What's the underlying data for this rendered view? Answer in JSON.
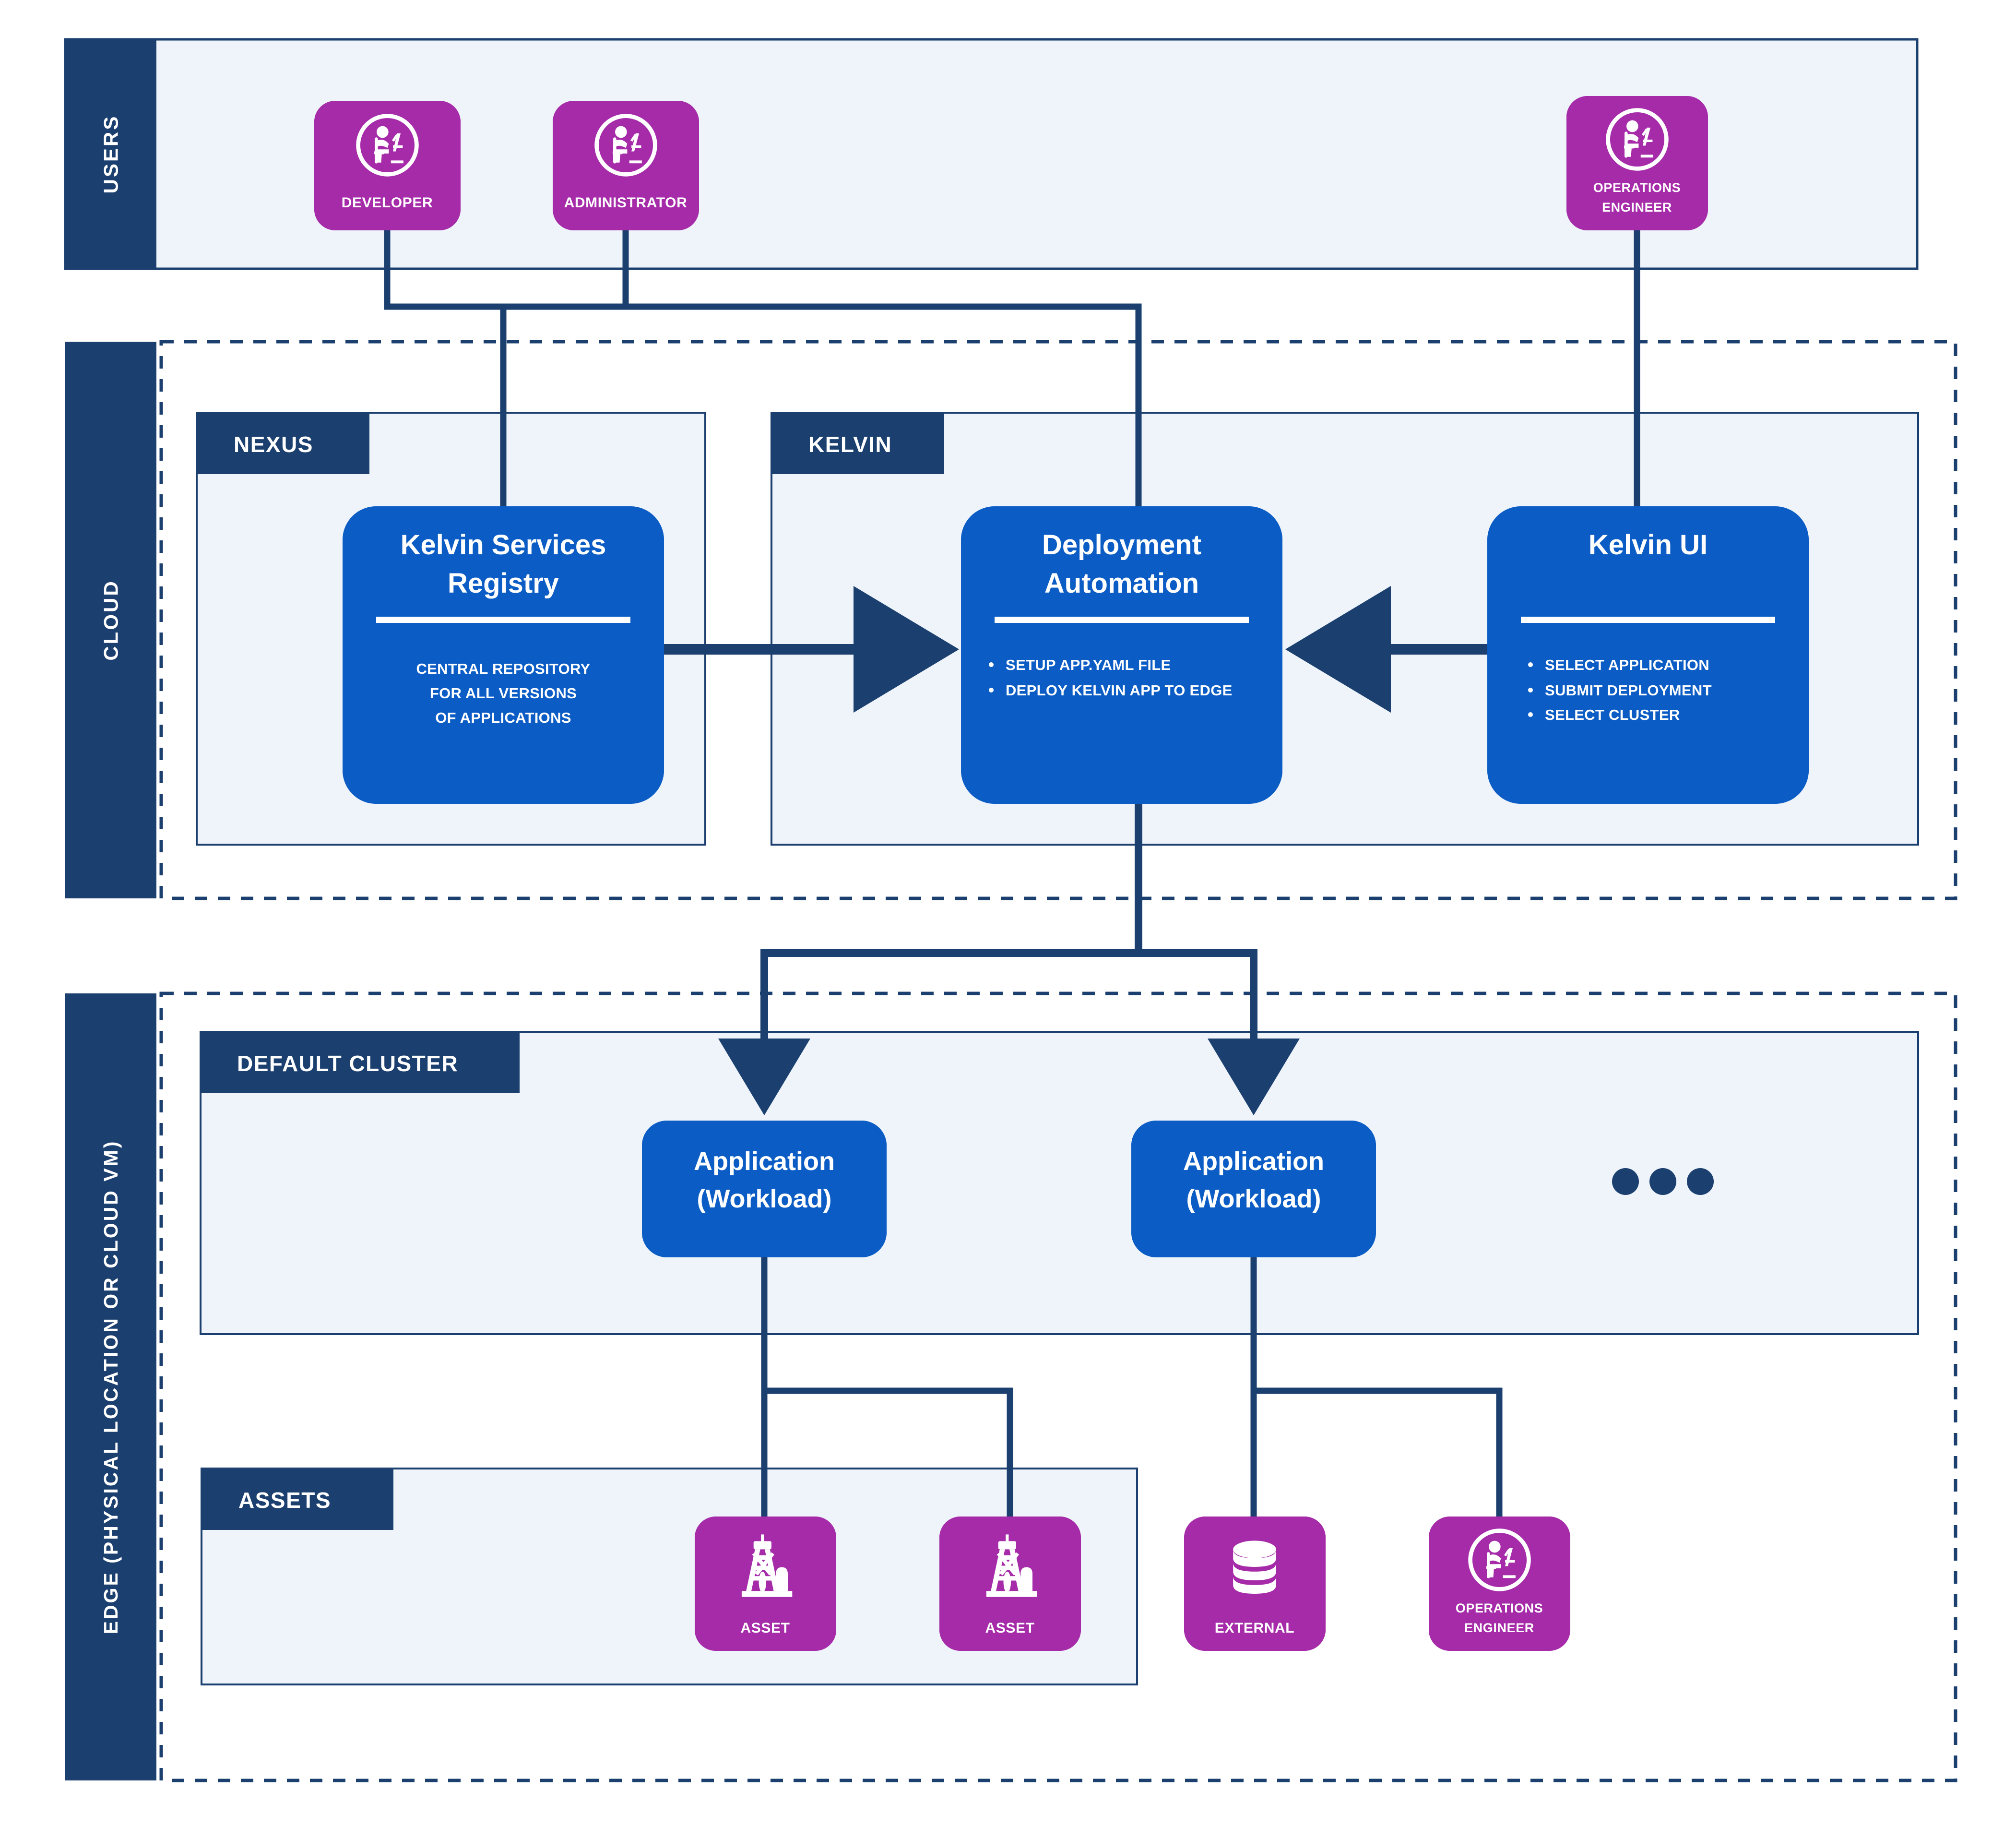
{
  "theme": {
    "navy": "#1B3F6E",
    "navy_dark": "#17406F",
    "blue": "#0B5CC4",
    "magenta": "#A52BA8",
    "panel_fill": "#EEF4FA",
    "panel_stroke": "#1B3F6E",
    "page_bg": "#FFFFFF",
    "connector": "#1B3F6E"
  },
  "bands": [
    {
      "id": "users",
      "label": "USERS"
    },
    {
      "id": "cloud",
      "label": "CLOUD"
    },
    {
      "id": "edge",
      "label": "EDGE  (PHYSICAL LOCATION OR CLOUD VM)"
    }
  ],
  "users": {
    "actors": [
      {
        "id": "developer",
        "lines": [
          "DEVELOPER"
        ],
        "icon": "person-at-desk-icon"
      },
      {
        "id": "administrator",
        "lines": [
          "ADMINISTRATOR"
        ],
        "icon": "person-at-desk-icon"
      },
      {
        "id": "ops-engineer",
        "lines": [
          "OPERATIONS",
          "ENGINEER"
        ],
        "icon": "person-at-desk-icon"
      }
    ]
  },
  "cloud": {
    "sections": [
      {
        "id": "nexus",
        "label": "NEXUS"
      },
      {
        "id": "kelvin",
        "label": "KELVIN"
      }
    ],
    "nodes": [
      {
        "id": "kelvin-services-registry",
        "title_lines": [
          "Kelvin Services",
          "Registry"
        ],
        "body_type": "centered",
        "body_lines": [
          "CENTRAL REPOSITORY",
          "FOR ALL VERSIONS",
          "OF APPLICATIONS"
        ]
      },
      {
        "id": "deployment-automation",
        "title_lines": [
          "Deployment",
          "Automation"
        ],
        "body_type": "bullets",
        "body_lines": [
          "SETUP APP.YAML FILE",
          "DEPLOY KELVIN APP TO EDGE"
        ]
      },
      {
        "id": "kelvin-ui",
        "title_lines": [
          "Kelvin UI"
        ],
        "body_type": "bullets",
        "body_lines": [
          "SELECT APPLICATION",
          "SUBMIT DEPLOYMENT",
          "SELECT CLUSTER"
        ]
      }
    ]
  },
  "edge": {
    "sections": [
      {
        "id": "default-cluster",
        "label": "DEFAULT CLUSTER"
      },
      {
        "id": "assets",
        "label": "ASSETS"
      }
    ],
    "workloads": [
      {
        "id": "application-workload-1",
        "title_lines": [
          "Application",
          "(Workload)"
        ]
      },
      {
        "id": "application-workload-2",
        "title_lines": [
          "Application",
          "(Workload)"
        ]
      }
    ],
    "more_indicator": "...",
    "endpoints": [
      {
        "id": "asset-1",
        "lines": [
          "ASSET"
        ],
        "icon": "oil-rig-icon"
      },
      {
        "id": "asset-2",
        "lines": [
          "ASSET"
        ],
        "icon": "oil-rig-icon"
      },
      {
        "id": "external",
        "lines": [
          "EXTERNAL"
        ],
        "icon": "database-icon"
      },
      {
        "id": "ops-engineer-edge",
        "lines": [
          "OPERATIONS",
          "ENGINEER"
        ],
        "icon": "person-at-desk-icon"
      }
    ]
  }
}
